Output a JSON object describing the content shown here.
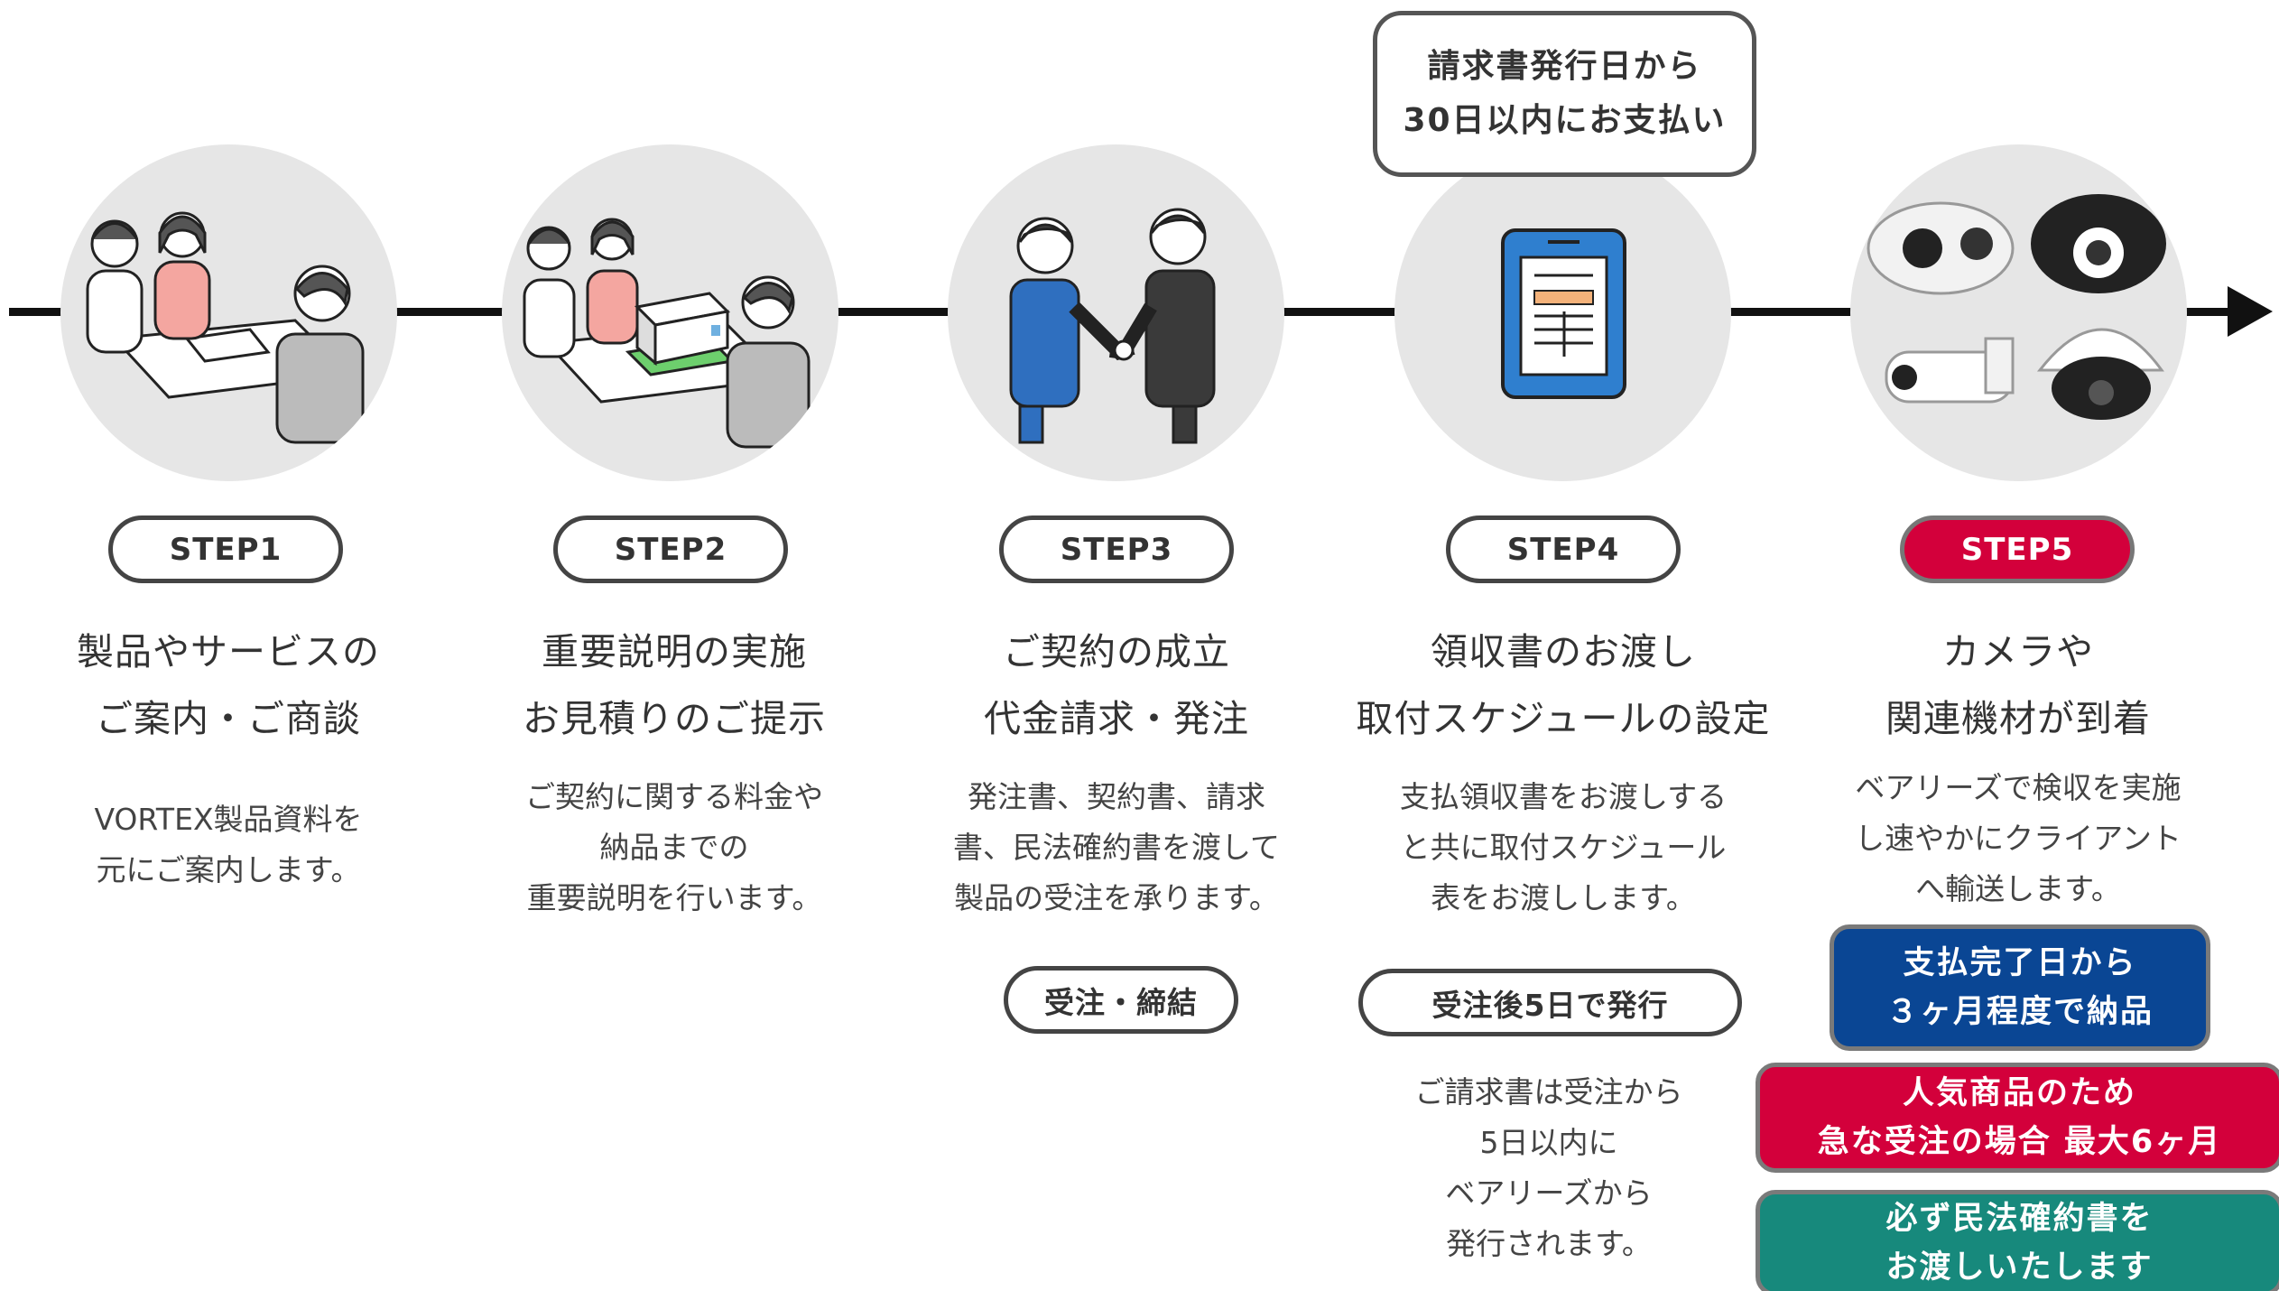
{
  "callout": {
    "line1": "請求書発行日から",
    "line2": "30日以内にお支払い"
  },
  "steps": [
    {
      "label": "STEP1",
      "title1": "製品やサービスの",
      "title2": "ご案内・ご商談",
      "desc": [
        "VORTEX製品資料を",
        "元にご案内します。"
      ]
    },
    {
      "label": "STEP2",
      "title1": "重要説明の実施",
      "title2": "お見積りのご提示",
      "desc": [
        "ご契約に関する料金や",
        "納品までの",
        "重要説明を行います。"
      ]
    },
    {
      "label": "STEP3",
      "title1": "ご契約の成立",
      "title2": "代金請求・発注",
      "desc": [
        "発注書、契約書、請求",
        "書、民法確約書を渡して",
        "製品の受注を承ります。"
      ],
      "tag": "受注・締結"
    },
    {
      "label": "STEP4",
      "title1": "領収書のお渡し",
      "title2": "取付スケジュールの設定",
      "desc": [
        "支払領収書をお渡しする",
        "と共に取付スケジュール",
        "表をお渡しします。"
      ],
      "tag": "受注後5日で発行",
      "note": [
        "ご請求書は受注から",
        "5日以内に",
        "ベアリーズから",
        "発行されます。"
      ]
    },
    {
      "label": "STEP5",
      "title1": "カメラや",
      "title2": "関連機材が到着",
      "desc": [
        "ベアリーズで検収を実施",
        "し速やかにクライアント",
        "へ輸送します。"
      ]
    }
  ],
  "notes": {
    "blue": [
      "支払完了日から",
      "３ヶ月程度で納品"
    ],
    "red": [
      "人気商品のため",
      "急な受注の場合 最大6ヶ月"
    ],
    "green": [
      "必ず民法確約書を",
      "お渡しいたします"
    ]
  },
  "colors": {
    "accent_red": "#d3003b",
    "accent_blue": "#0a4694",
    "accent_green": "#17897c",
    "circle_bg": "#e6e6e6"
  }
}
